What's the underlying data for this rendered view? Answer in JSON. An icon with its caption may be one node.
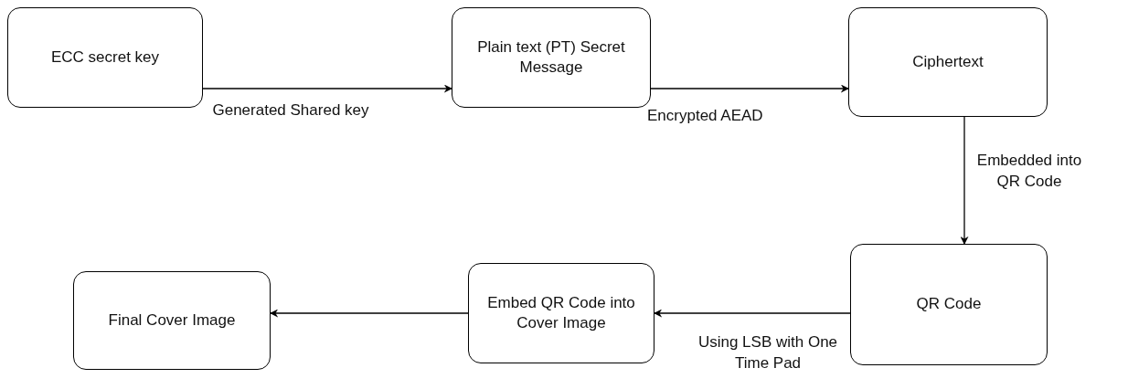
{
  "diagram": {
    "nodes": [
      {
        "text": [
          "ECC secret key"
        ]
      },
      {
        "text": [
          "Plain text (PT) Secret Message"
        ]
      },
      {
        "text": [
          "Ciphertext"
        ]
      },
      {
        "text": [
          "QR Code"
        ]
      },
      {
        "text": [
          "Embed QR Code into Cover Image"
        ]
      },
      {
        "text": [
          "Final Cover Image"
        ]
      }
    ],
    "edges": [
      {
        "from": 0,
        "to": 1,
        "arrow": "to",
        "label": "Generated Shared key"
      },
      {
        "from": 1,
        "to": 2,
        "arrow": "to",
        "label": "Encrypted AEAD"
      },
      {
        "from": 2,
        "to": 3,
        "arrow": "to",
        "label": "Embedded into QR Code"
      },
      {
        "from": 3,
        "to": 4,
        "arrow": "to",
        "label": "Using LSB with One Time Pad"
      },
      {
        "from": 4,
        "to": 5,
        "arrow": "to"
      }
    ]
  }
}
